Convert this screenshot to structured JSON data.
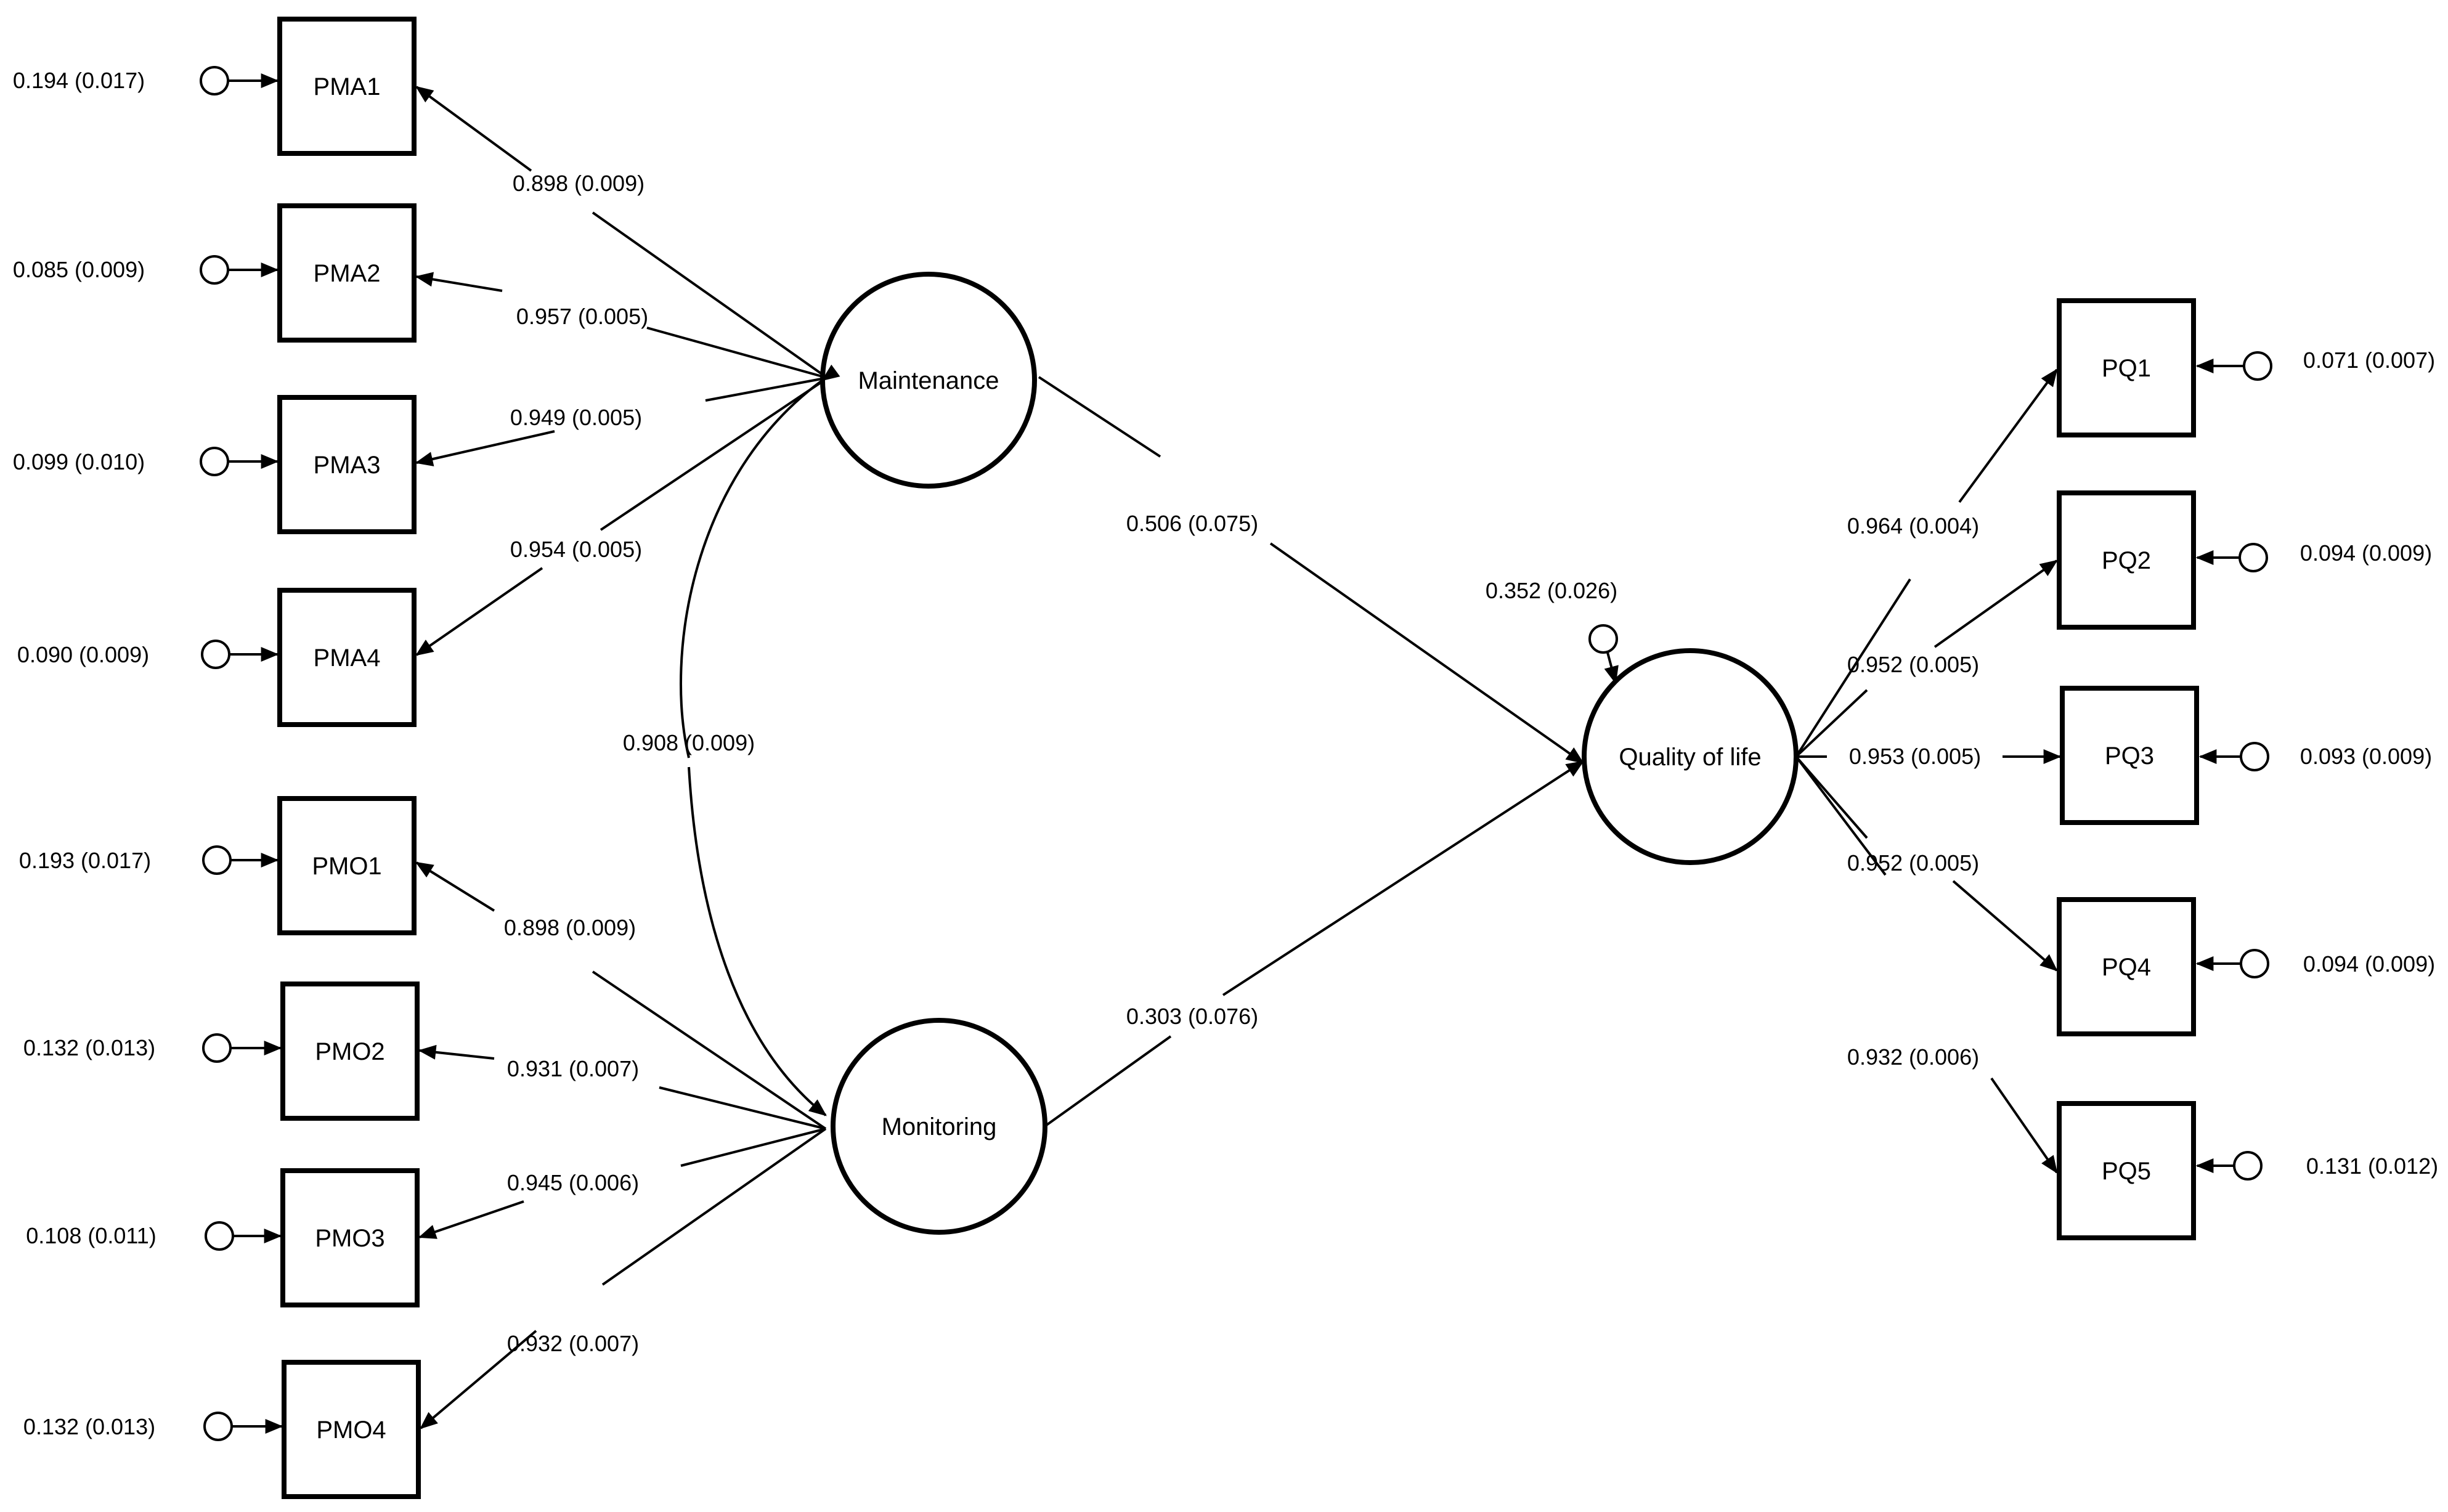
{
  "latents": {
    "maintenance": "Maintenance",
    "monitoring": "Monitoring",
    "quality": "Quality of life"
  },
  "indicators": {
    "pma": [
      {
        "label": "PMA1",
        "error": "0.194 (0.017)",
        "loading": "0.898 (0.009)"
      },
      {
        "label": "PMA2",
        "error": "0.085 (0.009)",
        "loading": "0.957 (0.005)"
      },
      {
        "label": "PMA3",
        "error": "0.099 (0.010)",
        "loading": "0.949 (0.005)"
      },
      {
        "label": "PMA4",
        "error": "0.090 (0.009)",
        "loading": "0.954 (0.005)"
      }
    ],
    "pmo": [
      {
        "label": "PMO1",
        "error": "0.193 (0.017)",
        "loading": "0.898 (0.009)"
      },
      {
        "label": "PMO2",
        "error": "0.132 (0.013)",
        "loading": "0.931 (0.007)"
      },
      {
        "label": "PMO3",
        "error": "0.108 (0.011)",
        "loading": "0.945 (0.006)"
      },
      {
        "label": "PMO4",
        "error": "0.132 (0.013)",
        "loading": "0.932 (0.007)"
      }
    ],
    "pq": [
      {
        "label": "PQ1",
        "error": "0.071 (0.007)",
        "loading": "0.964 (0.004)"
      },
      {
        "label": "PQ2",
        "error": "0.094 (0.009)",
        "loading": "0.952 (0.005)"
      },
      {
        "label": "PQ3",
        "error": "0.093 (0.009)",
        "loading": "0.953 (0.005)"
      },
      {
        "label": "PQ4",
        "error": "0.094 (0.009)",
        "loading": "0.952 (0.005)"
      },
      {
        "label": "PQ5",
        "error": "0.131 (0.012)",
        "loading": "0.932 (0.006)"
      }
    ]
  },
  "paths": {
    "maintenance_to_quality": "0.506 (0.075)",
    "monitoring_to_quality": "0.303 (0.076)",
    "correlation": "0.908 (0.009)",
    "quality_residual": "0.352 (0.026)"
  }
}
